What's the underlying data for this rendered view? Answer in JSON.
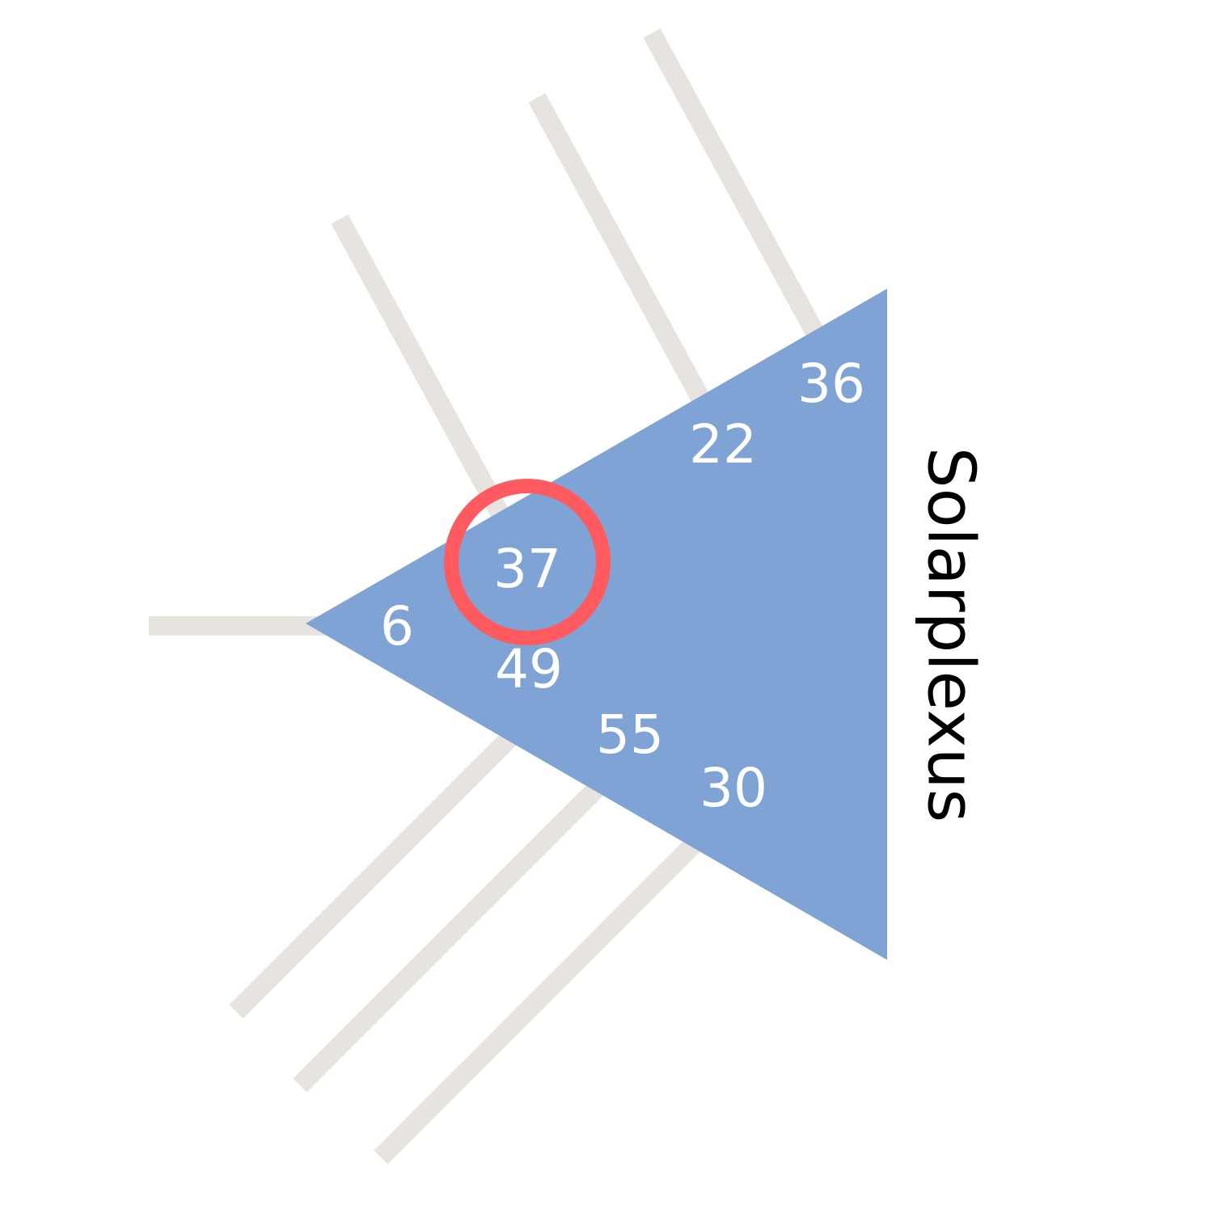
{
  "center": {
    "name": "Solarplexus",
    "fill_color": "#7FA3D4",
    "label_color": "#000000"
  },
  "gates": [
    {
      "number": "36",
      "highlighted": false
    },
    {
      "number": "22",
      "highlighted": false
    },
    {
      "number": "37",
      "highlighted": true
    },
    {
      "number": "6",
      "highlighted": false
    },
    {
      "number": "49",
      "highlighted": false
    },
    {
      "number": "55",
      "highlighted": false
    },
    {
      "number": "30",
      "highlighted": false
    }
  ],
  "colors": {
    "channel": "#E7E4DF",
    "gate_text": "#FFFFFF",
    "highlight_ring": "#FF5A5F"
  }
}
